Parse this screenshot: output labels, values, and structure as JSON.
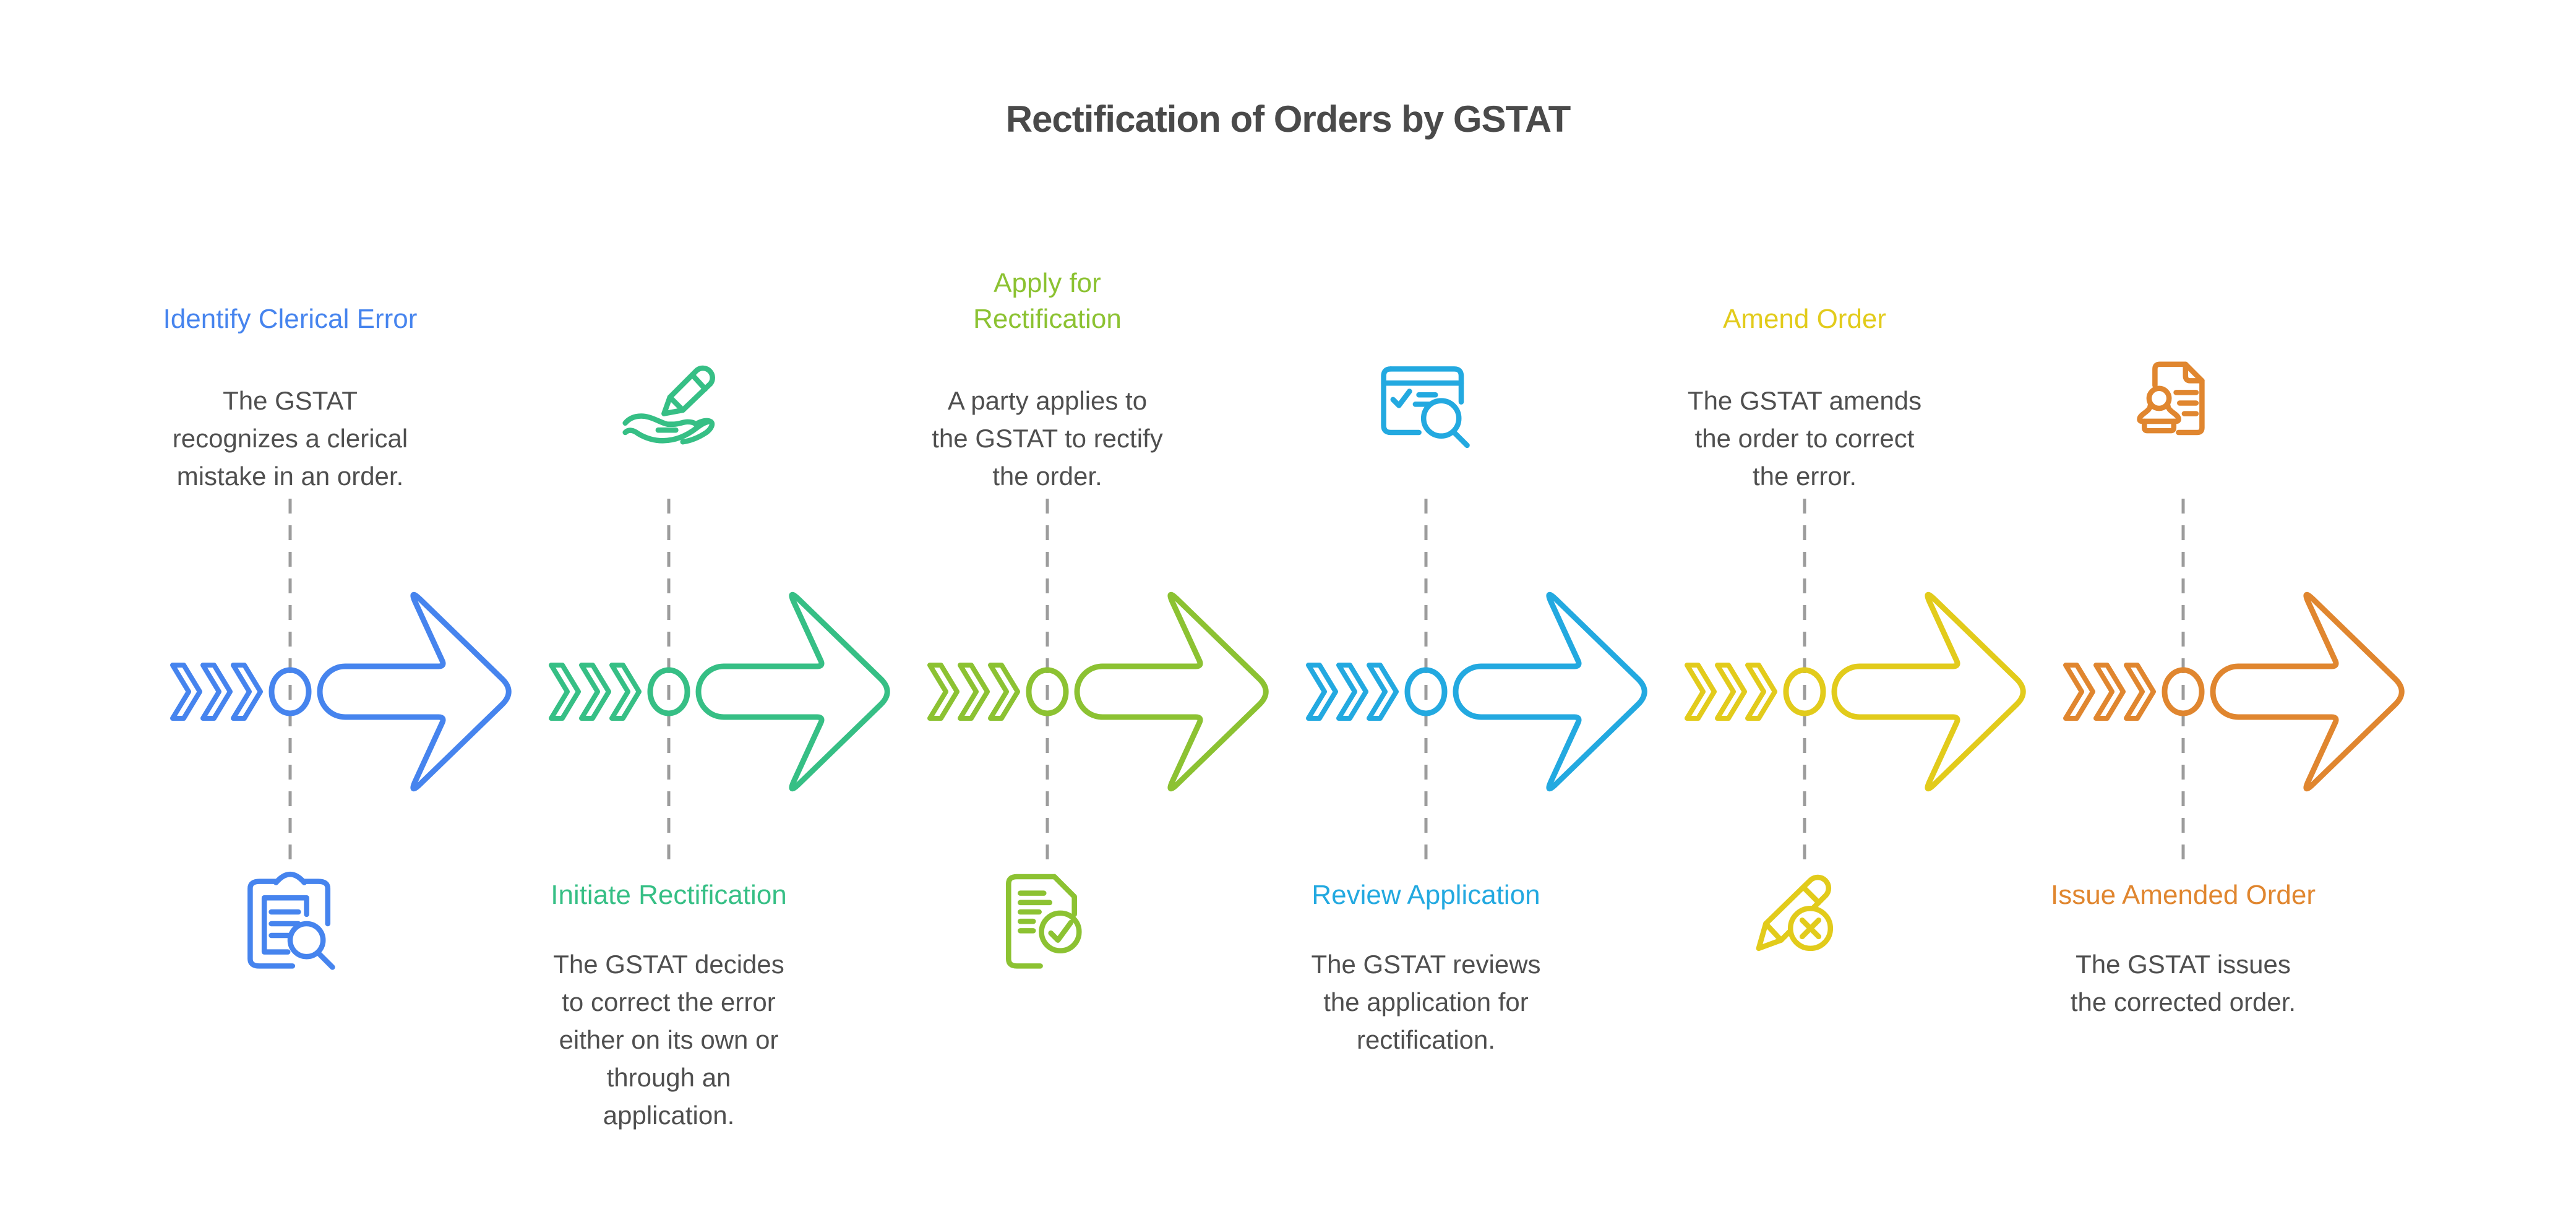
{
  "title": "Rectification of Orders by GSTAT",
  "colors": {
    "heading_text": "#4a4a4a",
    "body_text": "#4f4f4f",
    "dashed_line": "#9c9c9c"
  },
  "steps": [
    {
      "title": "Identify Clerical Error",
      "body": "The GSTAT\nrecognizes a clerical\nmistake in an order.",
      "color": "#4684EE",
      "icon": "clipboard-search-icon",
      "text_position": "top"
    },
    {
      "title": "Initiate Rectification",
      "body": "The GSTAT decides\nto correct the error\neither on its own or\nthrough an\napplication.",
      "color": "#36BF85",
      "icon": "pencil-hand-icon",
      "text_position": "bottom"
    },
    {
      "title": "Apply for\nRectification",
      "body": "A party applies to\nthe GSTAT to rectify\nthe order.",
      "color": "#8CC232",
      "icon": "document-check-icon",
      "text_position": "top"
    },
    {
      "title": "Review Application",
      "body": "The GSTAT reviews\nthe application for\nrectification.",
      "color": "#23A9E0",
      "icon": "browser-search-icon",
      "text_position": "bottom"
    },
    {
      "title": "Amend Order",
      "body": "The GSTAT amends\nthe order to correct\nthe error.",
      "color": "#E2CB1B",
      "icon": "pen-cross-icon",
      "text_position": "top"
    },
    {
      "title": "Issue Amended Order",
      "body": "The GSTAT issues\nthe corrected order.",
      "color": "#E0862F",
      "icon": "stamp-document-icon",
      "text_position": "bottom"
    }
  ]
}
